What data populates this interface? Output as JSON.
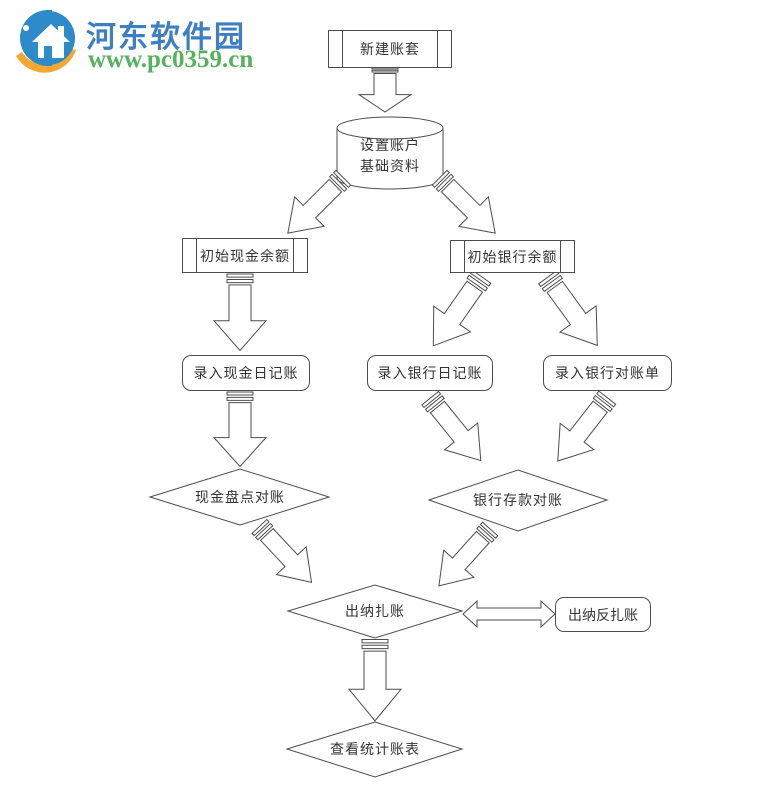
{
  "watermark": {
    "site_name": "河东软件园",
    "site_url": "www.pc0359.cn",
    "name_color": "#3E7FC1",
    "url_color": "#55B25C",
    "logo_blue": "#2E8BC9",
    "logo_orange": "#F5A833"
  },
  "flowchart": {
    "line_color": "#4d4d4d",
    "text_color": "#333333",
    "nodes": {
      "new_account_set": {
        "label": "新建账套",
        "type": "predefined-process"
      },
      "setup_account_basic": {
        "label_line1": "设置账户",
        "label_line2": "基础资料",
        "type": "cylinder"
      },
      "initial_cash_balance": {
        "label": "初始现金余额",
        "type": "predefined-process"
      },
      "initial_bank_balance": {
        "label": "初始银行余额",
        "type": "predefined-process"
      },
      "enter_cash_journal": {
        "label": "录入现金日记账",
        "type": "rounded-rect"
      },
      "enter_bank_journal": {
        "label": "录入银行日记账",
        "type": "rounded-rect"
      },
      "enter_bank_statement": {
        "label": "录入银行对账单",
        "type": "rounded-rect"
      },
      "cash_count_reconcile": {
        "label": "现金盘点对账",
        "type": "decision"
      },
      "bank_deposit_reconcile": {
        "label": "银行存款对账",
        "type": "decision"
      },
      "cashier_closing": {
        "label": "出纳扎账",
        "type": "decision"
      },
      "cashier_reverse_closing": {
        "label": "出纳反扎账",
        "type": "rounded-rect"
      },
      "view_statistic_reports": {
        "label": "查看统计账表",
        "type": "decision"
      }
    }
  }
}
